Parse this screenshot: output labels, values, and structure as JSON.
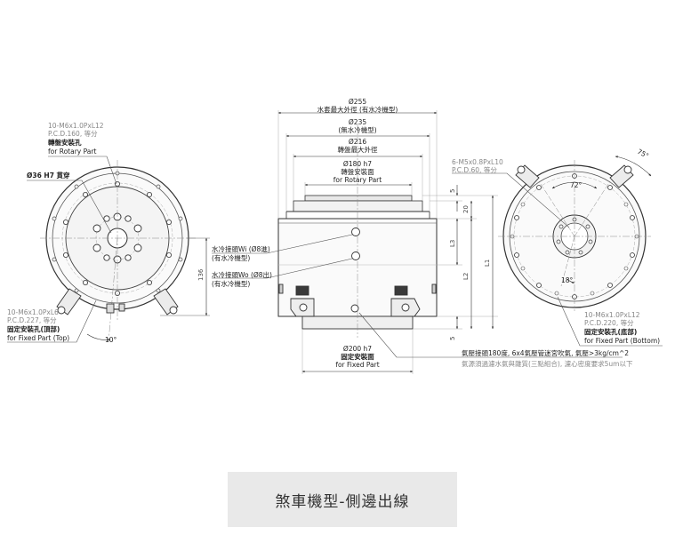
{
  "caption": "煞車機型-側邊出線",
  "left_view": {
    "rotary_hole": {
      "spec": "10-M6x1.0PxL12",
      "pcd": "P.C.D.160, 等分",
      "name": "轉盤安裝孔",
      "name_en": "for Rotary Part"
    },
    "bore": "Ø36 H7 貫穿",
    "fixed_hole": {
      "spec": "10-M6x1.0PxL6",
      "pcd": "P.C.D.227, 等分",
      "name": "固定安裝孔(頂部)",
      "name_en": "for Fixed Part (Top)"
    },
    "angle": "10°",
    "height_dim": "136"
  },
  "side_view": {
    "d255": "Ø255",
    "d255_desc": "水套最大外徑 (有水冷機型)",
    "d235": "Ø235",
    "d235_desc": "(無水冷機型)",
    "d216": "Ø216",
    "d216_desc": "轉盤最大外徑",
    "d180": "Ø180 h7",
    "d180_desc": "轉盤安裝面",
    "d180_en": "for Rotary Part",
    "water_in": "水冷接頭Wi (Ø8進)",
    "water_in_sub": "(有水冷機型)",
    "water_out": "水冷接頭Wo (Ø8出)",
    "water_out_sub": "(有水冷機型)",
    "d200": "Ø200 h7",
    "d200_desc": "固定安裝面",
    "d200_en": "for Fixed Part",
    "dims": {
      "five_top": "5",
      "twenty": "20",
      "l3": "L3",
      "l2": "L2",
      "l1": "L1",
      "five_bottom": "5"
    },
    "air_note_1": "氣壓接頭180度, 6x4氣壓管迷宮吹氣, 氣壓>3kg/cm^2",
    "air_note_2": "氣源須過濾水氣與雜質(三點組合), 濾心密度要求5um以下"
  },
  "right_view": {
    "top_hole": {
      "spec": "6-M5x0.8PxL10",
      "pcd": "P.C.D.60, 等分"
    },
    "angle_75": "75°",
    "angle_72": "72°",
    "angle_18": "18°",
    "bottom_hole": {
      "spec": "10-M6x1.0PxL12",
      "pcd": "P.C.D.220, 等分",
      "name": "固定安裝孔(底部)",
      "name_en": "for Fixed Part (Bottom)"
    }
  }
}
